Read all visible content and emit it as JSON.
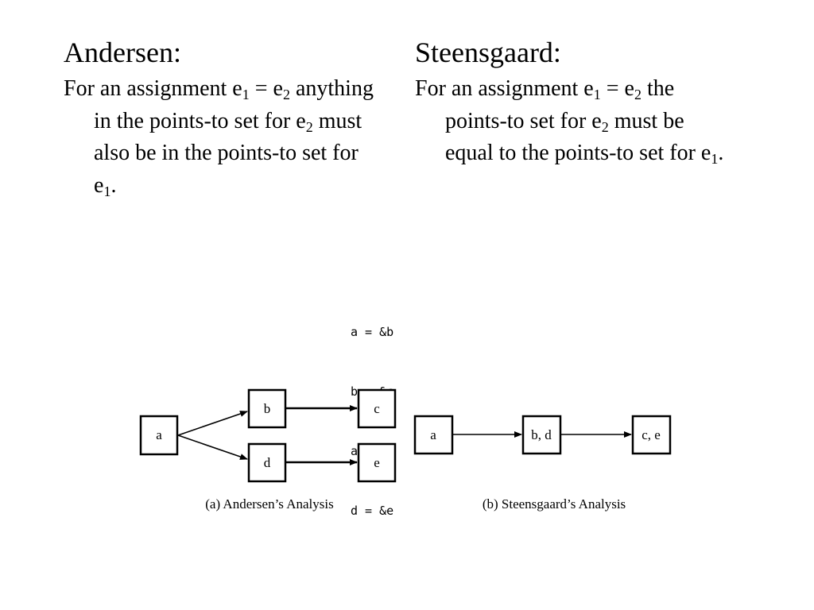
{
  "left_column": {
    "heading": "Andersen:",
    "body_prefix": "For an assignment e",
    "body_sub1": "1",
    "body_mid": " = e",
    "body_sub2": "2",
    "body_line2": " anything in the points-to set for e",
    "body_sub3": "2",
    "body_line3": " must also be in the points-to set for e",
    "body_sub4": "1",
    "body_end": "."
  },
  "right_column": {
    "heading": "Steensgaard:",
    "body_prefix": "For an assignment e",
    "body_sub1": "1",
    "body_mid": " = e",
    "body_sub2": "2",
    "body_line2": " the points-to set for e",
    "body_sub3": "2",
    "body_line3": " must be equal to the points-to set for e",
    "body_sub4": "1",
    "body_end": "."
  },
  "code": [
    "a = &b",
    "b = &c",
    "a = &d",
    "d = &e"
  ],
  "andersen_graph": {
    "nodes": {
      "a": "a",
      "b": "b",
      "c": "c",
      "d": "d",
      "e": "e"
    },
    "edges": [
      {
        "from": "a",
        "to": "b"
      },
      {
        "from": "a",
        "to": "d"
      },
      {
        "from": "b",
        "to": "c"
      },
      {
        "from": "d",
        "to": "e"
      }
    ],
    "caption": "(a) Andersen’s Analysis"
  },
  "steensgaard_graph": {
    "nodes": {
      "a": "a",
      "bd": "b, d",
      "ce": "c, e"
    },
    "edges": [
      {
        "from": "a",
        "to": "b, d"
      },
      {
        "from": "b, d",
        "to": "c, e"
      }
    ],
    "caption": "(b) Steensgaard’s Analysis"
  }
}
